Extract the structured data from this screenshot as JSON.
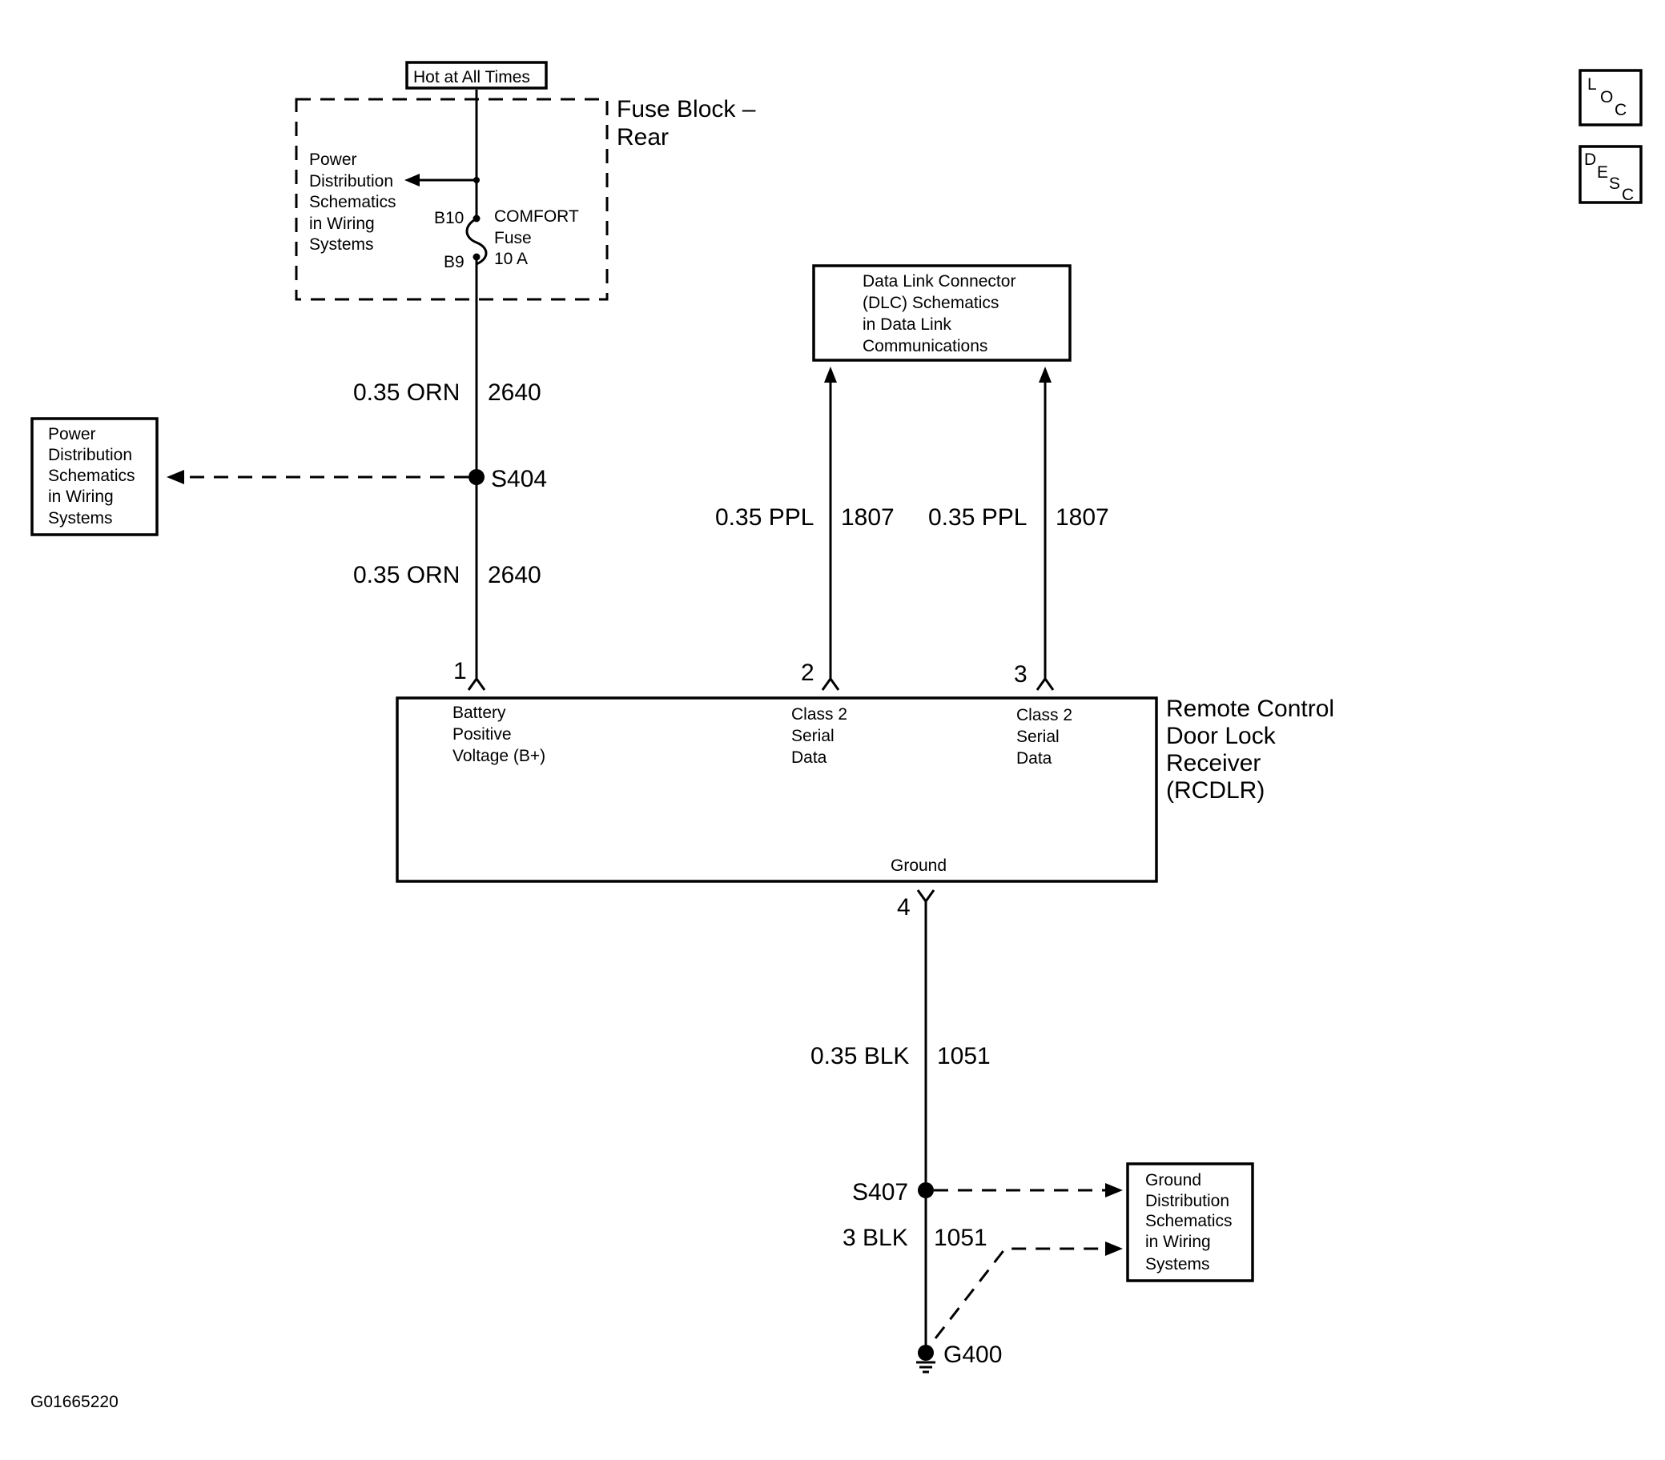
{
  "diagram_id": "G01665220",
  "nav_icons": [
    {
      "name": "loc-icon",
      "letters": [
        "L",
        "O",
        "C"
      ]
    },
    {
      "name": "desc-icon",
      "letters": [
        "D",
        "E",
        "S",
        "C"
      ]
    }
  ],
  "power_source": {
    "label": "Hot at All Times"
  },
  "fuse_block": {
    "title_lines": [
      "Fuse Block –",
      "Rear"
    ],
    "ref_lines": [
      "Power",
      "Distribution",
      "Schematics",
      "in Wiring",
      "Systems"
    ],
    "fuse_name_lines": [
      "COMFORT",
      "Fuse",
      "10 A"
    ],
    "pin_in": "B10",
    "pin_out": "B9"
  },
  "left_ref_box": {
    "lines": [
      "Power",
      "Distribution",
      "Schematics",
      "in Wiring",
      "Systems"
    ]
  },
  "dlc_box": {
    "lines": [
      "Data Link Connector",
      "(DLC) Schematics",
      "in Data Link",
      "Communications"
    ]
  },
  "ground_ref_box": {
    "lines": [
      "Ground",
      "Distribution",
      "Schematics",
      "in Wiring",
      "Systems"
    ]
  },
  "splices": {
    "s404": "S404",
    "s407": "S407",
    "g400": "G400"
  },
  "wires": {
    "power_upper": {
      "gauge_color": "0.35 ORN",
      "circuit": "2640"
    },
    "power_lower": {
      "gauge_color": "0.35 ORN",
      "circuit": "2640"
    },
    "data_pin2": {
      "gauge_color": "0.35 PPL",
      "circuit": "1807"
    },
    "data_pin3": {
      "gauge_color": "0.35 PPL",
      "circuit": "1807"
    },
    "ground_upper": {
      "gauge_color": "0.35 BLK",
      "circuit": "1051"
    },
    "ground_lower": {
      "gauge_color": "3 BLK",
      "circuit": "1051"
    }
  },
  "module": {
    "name_lines": [
      "Remote Control",
      "Door Lock",
      "Receiver",
      "(RCDLR)"
    ],
    "pins": [
      {
        "number": "1",
        "lines": [
          "Battery",
          "Positive",
          "Voltage (B+)"
        ]
      },
      {
        "number": "2",
        "lines": [
          "Class 2",
          "Serial",
          "Data"
        ]
      },
      {
        "number": "3",
        "lines": [
          "Class 2",
          "Serial",
          "Data"
        ]
      },
      {
        "number": "4",
        "lines": [
          "Ground"
        ]
      }
    ]
  }
}
